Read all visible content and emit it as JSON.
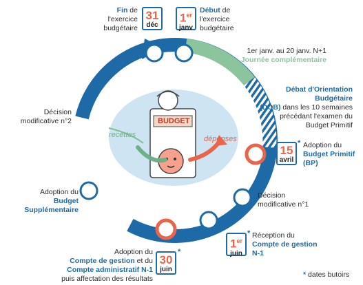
{
  "colors": {
    "cycle_blue": "#1d6aa6",
    "complement_green": "#8cc49e",
    "accent_orange": "#e8644a",
    "bubble_blue": "#cfe4f2"
  },
  "calendars": {
    "fin": {
      "num": "31",
      "month": "déc"
    },
    "debut": {
      "num": "1",
      "sup": "er",
      "month": "janv"
    },
    "avril": {
      "num": "15",
      "month": "avril"
    },
    "juin1": {
      "num": "1",
      "sup": "er",
      "month": "juin"
    },
    "juin30": {
      "num": "30",
      "month": "juin"
    }
  },
  "labels": {
    "fin_bold": "Fin",
    "fin_rest_1": " de",
    "fin_rest_2": "l'exercice",
    "fin_rest_3": "budgétaire",
    "debut_bold": "Début",
    "debut_rest_1": " de",
    "debut_rest_2": "l'exercice",
    "debut_rest_3": "budgétaire",
    "journee_line1": "1er janv. au 20 janv. N+1",
    "journee_line2": "Journée complémentaire",
    "dob_bold1": "Débat d'Orientation Budgétaire",
    "dob_bold2": "(DOB)",
    "dob_rest2": " dans les 10 semaines",
    "dob_line3": "précédant l'examen du",
    "dob_line4": "Budget Primitif",
    "bp_line1": "Adoption du",
    "bp_bold1": "Budget Primitif",
    "bp_bold2": "(BP)",
    "dm1_line1": "Décision",
    "dm1_line2": "modificative n°1",
    "cg_line1": "Réception du",
    "cg_bold1": "Compte de gestion",
    "cg_bold2": "N-1",
    "ca_line1": "Adoption du",
    "ca_bold1": "Compte de gestion",
    "ca_rest2": " et du",
    "ca_bold2": "Compte administratif N-1",
    "ca_line4": "puis affectation des résultats",
    "bs_line1": "Adoption du",
    "bs_bold": "Budget Supplémentaire",
    "dm2_line1": "Décision",
    "dm2_line2": "modificative n°2",
    "footnote": "dates butoirs",
    "star": "*"
  },
  "illustration": {
    "budget": "BUDGET",
    "recettes": "recettes",
    "depenses": "dépenses"
  }
}
